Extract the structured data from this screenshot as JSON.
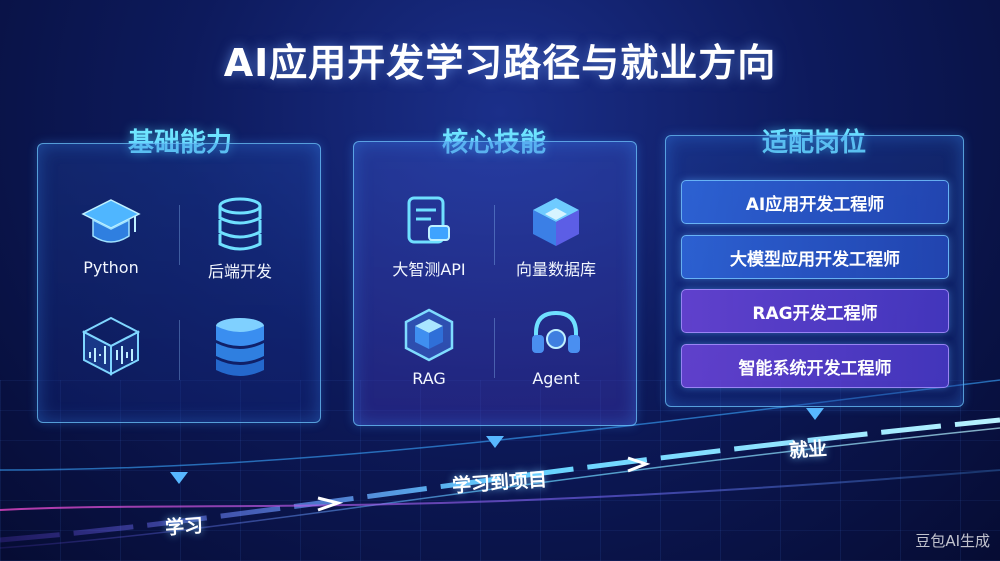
{
  "title": "AI应用开发学习路径与就业方向",
  "columns": [
    {
      "title": "基础能力",
      "items": [
        {
          "label": "Python",
          "icon": "graduation-cap-icon"
        },
        {
          "label": "后端开发",
          "icon": "database-stack-icon"
        },
        {
          "label": "",
          "icon": "cube-waveform-icon"
        },
        {
          "label": "",
          "icon": "server-stack-icon"
        }
      ]
    },
    {
      "title": "核心技能",
      "items": [
        {
          "label": "大智测API",
          "icon": "document-card-icon"
        },
        {
          "label": "向量数据库",
          "icon": "cube-cluster-icon"
        },
        {
          "label": "RAG",
          "icon": "cube-icon"
        },
        {
          "label": "Agent",
          "icon": "headset-icon"
        }
      ]
    },
    {
      "title": "适配岗位",
      "jobs": [
        "AI应用开发工程师",
        "大模型应用开发工程师",
        "RAG开发工程师",
        "智能系统开发工程师"
      ]
    }
  ],
  "path_steps": [
    "学习",
    "学习到项目",
    "就业"
  ],
  "watermark": "豆包AI生成",
  "colors": {
    "accent": "#6fe6ff",
    "background": "#0d1a5c",
    "path": "#57b7ff",
    "purple": "#7a4fe0"
  }
}
